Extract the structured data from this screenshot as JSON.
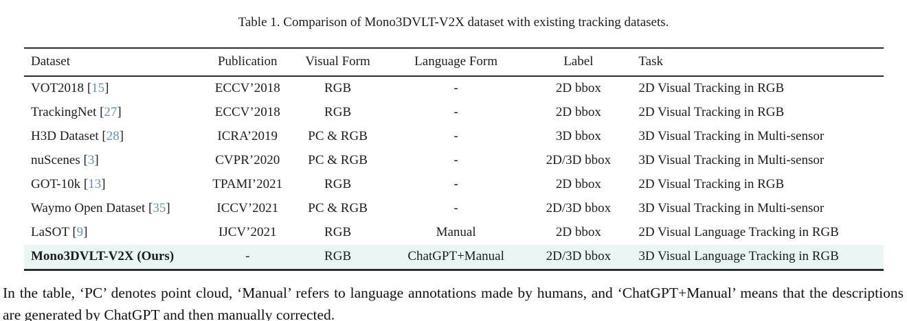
{
  "title": "Table 1. Comparison of Mono3DVLT-V2X dataset with existing tracking datasets.",
  "colors": {
    "highlight": "#e9f6f4",
    "citation_blue": "#5f8fca",
    "rule": "#2b2b2b"
  },
  "table": {
    "headers": [
      "Dataset",
      "Publication",
      "Visual Form",
      "Language Form",
      "Label",
      "Task"
    ],
    "rows": [
      {
        "dataset": "VOT2018",
        "cite": "15",
        "publication": "ECCV’2018",
        "visual_form": "RGB",
        "language_form": "-",
        "label": "2D bbox",
        "task": "2D Visual Tracking in RGB",
        "bold": false,
        "highlight": false
      },
      {
        "dataset": "TrackingNet",
        "cite": "27",
        "publication": "ECCV’2018",
        "visual_form": "RGB",
        "language_form": "-",
        "label": "2D bbox",
        "task": "2D Visual Tracking in RGB",
        "bold": false,
        "highlight": false
      },
      {
        "dataset": "H3D Dataset",
        "cite": "28",
        "publication": "ICRA’2019",
        "visual_form": "PC & RGB",
        "language_form": "-",
        "label": "3D bbox",
        "task": "3D Visual Tracking in Multi-sensor",
        "bold": false,
        "highlight": false
      },
      {
        "dataset": "nuScenes",
        "cite": "3",
        "publication": "CVPR’2020",
        "visual_form": "PC & RGB",
        "language_form": "-",
        "label": "2D/3D bbox",
        "task": "3D Visual Tracking in Multi-sensor",
        "bold": false,
        "highlight": false
      },
      {
        "dataset": "GOT-10k",
        "cite": "13",
        "publication": "TPAMI’2021",
        "visual_form": "RGB",
        "language_form": "-",
        "label": "2D bbox",
        "task": "2D Visual Tracking in RGB",
        "bold": false,
        "highlight": false
      },
      {
        "dataset": "Waymo Open Dataset",
        "cite": "35",
        "publication": "ICCV’2021",
        "visual_form": "PC & RGB",
        "language_form": "-",
        "label": "2D/3D bbox",
        "task": "3D Visual Tracking in Multi-sensor",
        "bold": false,
        "highlight": false
      },
      {
        "dataset": "LaSOT",
        "cite": "9",
        "publication": "IJCV’2021",
        "visual_form": "RGB",
        "language_form": "Manual",
        "label": "2D bbox",
        "task": "2D Visual Language Tracking in RGB",
        "bold": false,
        "highlight": false
      },
      {
        "dataset": "Mono3DVLT-V2X (Ours)",
        "cite": null,
        "publication": "-",
        "visual_form": "RGB",
        "language_form": "ChatGPT+Manual",
        "label": "2D/3D bbox",
        "task": "3D Visual Language Tracking in RGB",
        "bold": true,
        "highlight": true
      }
    ]
  },
  "footnote": "In the table, ‘PC’ denotes point cloud, ‘Manual’ refers to language annotations made by humans, and ‘ChatGPT+Manual’ means that the descriptions are generated by ChatGPT and then manually corrected."
}
